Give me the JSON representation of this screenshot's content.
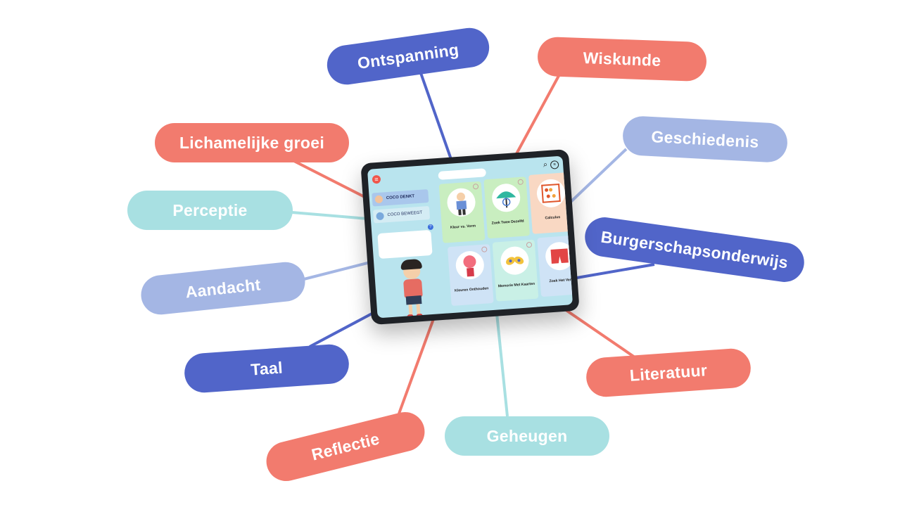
{
  "hub": {
    "app": {
      "tabs": [
        "COCO DENKT",
        "COCO BEWEEGT"
      ],
      "games": [
        {
          "label": "Kleur vs. Vorm",
          "icon": "boy-icon"
        },
        {
          "label": "Zoek Twee Dezelfd",
          "icon": "umbrella-icon"
        },
        {
          "label": "Calculus",
          "icon": "abacus-icon"
        },
        {
          "label": "Kleuren Onthouden",
          "icon": "gumball-machine-icon"
        },
        {
          "label": "Memorie Met Kaarten",
          "icon": "candy-icon"
        },
        {
          "label": "Zoek Het Vers",
          "icon": "shorts-icon"
        }
      ]
    }
  },
  "topics": [
    {
      "label": "Ontspanning",
      "color": "#5165c9"
    },
    {
      "label": "Wiskunde",
      "color": "#f27b6e"
    },
    {
      "label": "Geschiedenis",
      "color": "#a4b6e4"
    },
    {
      "label": "Lichamelijke groei",
      "color": "#f27b6e"
    },
    {
      "label": "Perceptie",
      "color": "#a8e0e2"
    },
    {
      "label": "Burgerschapsonderwijs",
      "color": "#5165c9"
    },
    {
      "label": "Aandacht",
      "color": "#a4b6e4"
    },
    {
      "label": "Taal",
      "color": "#5165c9"
    },
    {
      "label": "Literatuur",
      "color": "#f27b6e"
    },
    {
      "label": "Reflectie",
      "color": "#f27b6e"
    },
    {
      "label": "Geheugen",
      "color": "#a8e0e2"
    }
  ]
}
